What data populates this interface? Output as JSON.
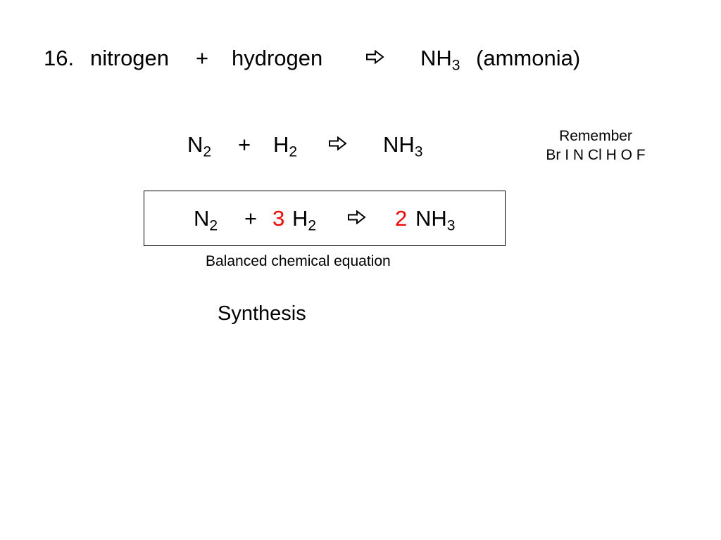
{
  "word_equation": {
    "number": "16.",
    "reactant1": "nitrogen",
    "plus": "+",
    "reactant2": "hydrogen",
    "arrow_icon": "hollow-right-arrow",
    "product_formula": "NH",
    "product_subscript": "3",
    "product_name": "(ammonia)"
  },
  "formula_equation": {
    "reactant1": "N",
    "reactant1_subscript": "2",
    "plus": "+",
    "reactant2": "H",
    "reactant2_subscript": "2",
    "arrow_icon": "hollow-right-arrow",
    "product": "NH",
    "product_subscript": "3"
  },
  "remember_note": {
    "title": "Remember",
    "elements": "Br I N Cl H O F"
  },
  "balanced_equation": {
    "reactant1": "N",
    "reactant1_subscript": "2",
    "plus": "+",
    "coefficient1": "3",
    "reactant2": "H",
    "reactant2_subscript": "2",
    "arrow_icon": "hollow-right-arrow",
    "coefficient2": "2",
    "product": "NH",
    "product_subscript": "3",
    "coefficient_color": "#ff0000",
    "caption": "Balanced chemical  equation"
  },
  "reaction_type": "Synthesis"
}
